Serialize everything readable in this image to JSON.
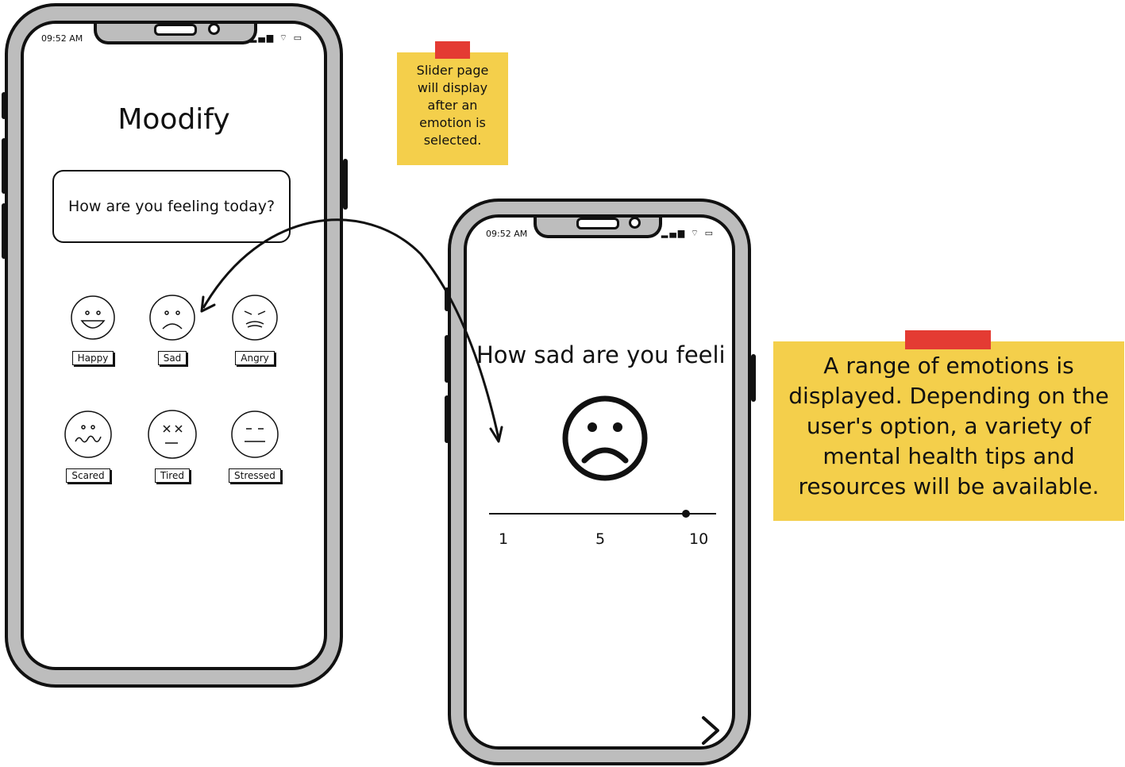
{
  "colors": {
    "frame": "#bdbdbd",
    "outline": "#111111",
    "sticky": "#f4cf4b",
    "tape": "#e43b33"
  },
  "phone_main": {
    "status": {
      "time": "09:52 AM",
      "icons": "signal-icon wifi-icon battery-icon"
    },
    "app_title": "Moodify",
    "question": "How are you feeling today?",
    "emotions": [
      {
        "label": "Happy",
        "icon": "happy-face-icon"
      },
      {
        "label": "Sad",
        "icon": "sad-face-icon"
      },
      {
        "label": "Angry",
        "icon": "angry-face-icon"
      },
      {
        "label": "Scared",
        "icon": "scared-face-icon"
      },
      {
        "label": "Tired",
        "icon": "tired-face-icon"
      },
      {
        "label": "Stressed",
        "icon": "stressed-face-icon"
      }
    ]
  },
  "phone_slider": {
    "status": {
      "time": "09:52 AM",
      "icons": "signal-icon wifi-icon battery-icon"
    },
    "question": "How sad are you feeli",
    "face_icon": "sad-face-icon",
    "slider": {
      "min_label": "1",
      "mid_label": "5",
      "max_label": "10",
      "value": 8.8,
      "min": 1,
      "max": 10
    },
    "next_icon": "chevron-right-icon"
  },
  "notes": {
    "small": "Slider page will display after an emotion is selected.",
    "large": "A range of emotions is displayed. Depending on the user's option, a variety of mental health tips and resources will be available."
  }
}
